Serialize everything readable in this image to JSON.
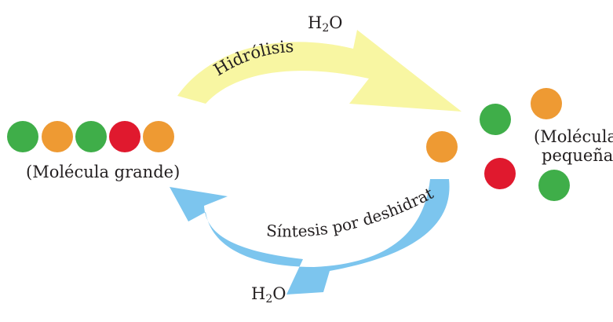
{
  "colors": {
    "green": "#3fae49",
    "orange": "#ee9a33",
    "red": "#e0192e",
    "yellow_arrow": "#f8f6a2",
    "blue_arrow": "#7cc5ee",
    "text": "#231f20"
  },
  "large_molecule": {
    "label": "(Molécula grande)",
    "beads": [
      "green",
      "orange",
      "green",
      "red",
      "orange"
    ]
  },
  "small_molecules": {
    "label_line1": "(Moléculas",
    "label_line2": "pequeñas)",
    "beads": [
      "orange",
      "green",
      "orange",
      "red",
      "green"
    ]
  },
  "hydrolysis": {
    "label": "Hidrólisis",
    "water": {
      "base": "H",
      "sub": "2",
      "tail": "O"
    }
  },
  "dehydration": {
    "label": "Síntesis por deshidratación",
    "water": {
      "base": "H",
      "sub": "2",
      "tail": "O"
    }
  }
}
